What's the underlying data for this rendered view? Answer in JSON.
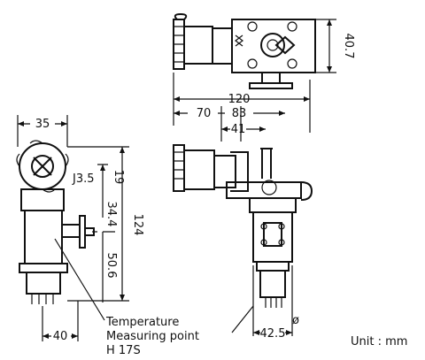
{
  "dimensions": {
    "top_height": "40.7",
    "overall_length": "120",
    "front_length": "70",
    "mid_length": "83",
    "cap_offset": "41",
    "left_width": "35",
    "j_dim": "J3.5",
    "small_dim": "19",
    "overall_height": "124",
    "upper_height": "34.4",
    "lower_height": "50.6",
    "base_width": "40",
    "right_base_width": "42.5",
    "diameter_symbol": "ø"
  },
  "annotation": {
    "line1": "Temperature",
    "line2": "Measuring point",
    "line3": "H 17S"
  },
  "unit_label": "Unit : mm"
}
